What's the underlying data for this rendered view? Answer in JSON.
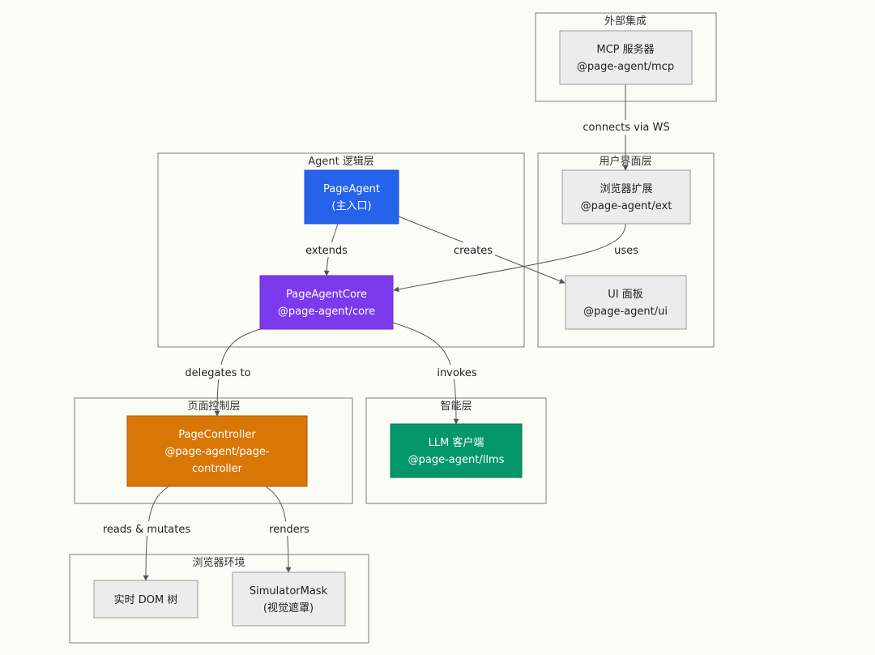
{
  "groups": {
    "external": "外部集成",
    "ui_layer": "用户界面层",
    "agent_layer": "Agent 逻辑层",
    "page_control": "页面控制层",
    "intelligence": "智能层",
    "browser_env": "浏览器环境"
  },
  "nodes": {
    "mcp": {
      "line1": "MCP 服务器",
      "line2": "@page-agent/mcp"
    },
    "ext": {
      "line1": "浏览器扩展",
      "line2": "@page-agent/ext"
    },
    "ui": {
      "line1": "UI 面板",
      "line2": "@page-agent/ui"
    },
    "page_agent": {
      "line1": "PageAgent",
      "line2": "(主入口)"
    },
    "core": {
      "line1": "PageAgentCore",
      "line2": "@page-agent/core"
    },
    "controller": {
      "line1": "PageController",
      "line2": "@page-agent/page-",
      "line3": "controller"
    },
    "llm": {
      "line1": "LLM 客户端",
      "line2": "@page-agent/llms"
    },
    "dom": {
      "line1": "实时 DOM 树"
    },
    "mask": {
      "line1": "SimulatorMask",
      "line2": "(视觉遮罩)"
    }
  },
  "edges": {
    "connects": "connects via WS",
    "uses": "uses",
    "extends": "extends",
    "creates": "creates",
    "delegates": "delegates to",
    "invokes": "invokes",
    "reads": "reads & mutates",
    "renders": "renders"
  },
  "colors": {
    "page_agent": "#2563eb",
    "core": "#7c3aed",
    "controller": "#d97706",
    "llm": "#059669",
    "neutral_fill": "#ececec"
  }
}
